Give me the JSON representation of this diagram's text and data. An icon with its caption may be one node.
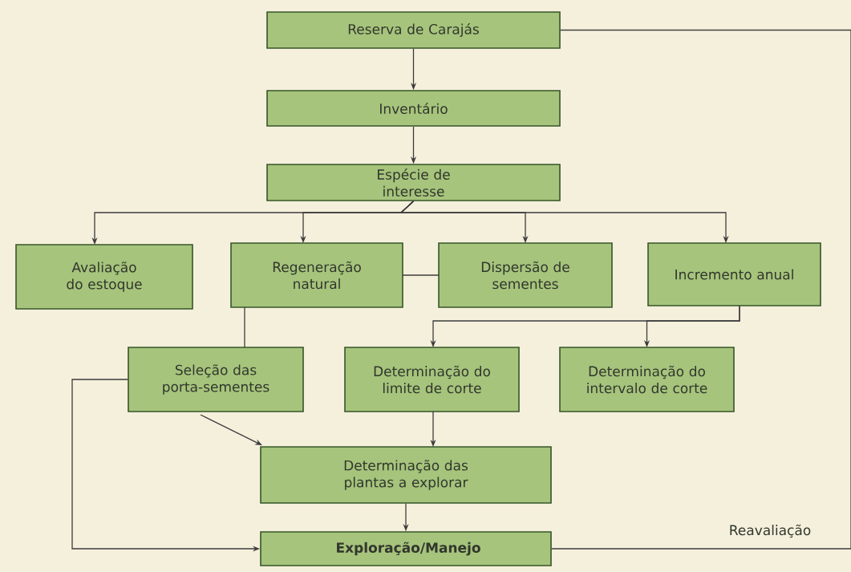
{
  "diagram": {
    "nodes": [
      {
        "text": [
          "Reserva de Carajás"
        ]
      },
      {
        "text": [
          "Inventário"
        ]
      },
      {
        "text": [
          "Espécie de interesse"
        ]
      },
      {
        "text": [
          "Avaliação do estoque"
        ]
      },
      {
        "text": [
          "Regeneração natural"
        ]
      },
      {
        "text": [
          "Dispersão de sementes"
        ]
      },
      {
        "text": [
          "Incremento anual"
        ]
      },
      {
        "text": [
          "Seleção das porta-sementes"
        ]
      },
      {
        "text": [
          "Determinação do limite de corte"
        ]
      },
      {
        "text": [
          "Determinação do intervalo de corte"
        ]
      },
      {
        "text": [
          "Determinação das plantas a explorar"
        ]
      },
      {
        "text": [
          "Exploração/Manejo"
        ]
      }
    ],
    "edges": [
      {
        "from": 0,
        "to": 1,
        "arrow": "to"
      },
      {
        "from": 1,
        "to": 2,
        "arrow": "to"
      },
      {
        "from": 2,
        "to": 3,
        "arrow": "to"
      },
      {
        "from": 2,
        "to": 4,
        "arrow": "to"
      },
      {
        "from": 2,
        "to": 5,
        "arrow": "to"
      },
      {
        "from": 2,
        "to": 6,
        "arrow": "to"
      },
      {
        "from": 4,
        "to": 5,
        "arrow": "none"
      },
      {
        "from": 4,
        "to": 7,
        "arrow": "none"
      },
      {
        "from": 6,
        "to": 8,
        "arrow": "to"
      },
      {
        "from": 6,
        "to": 9,
        "arrow": "to"
      },
      {
        "from": 7,
        "to": 10,
        "arrow": "to"
      },
      {
        "from": 8,
        "to": 10,
        "arrow": "to"
      },
      {
        "from": 10,
        "to": 11,
        "arrow": "to"
      },
      {
        "from": 7,
        "to": 11,
        "arrow": "to"
      },
      {
        "from": 11,
        "to": 0,
        "arrow": "none",
        "label": "Reavaliação"
      }
    ]
  }
}
